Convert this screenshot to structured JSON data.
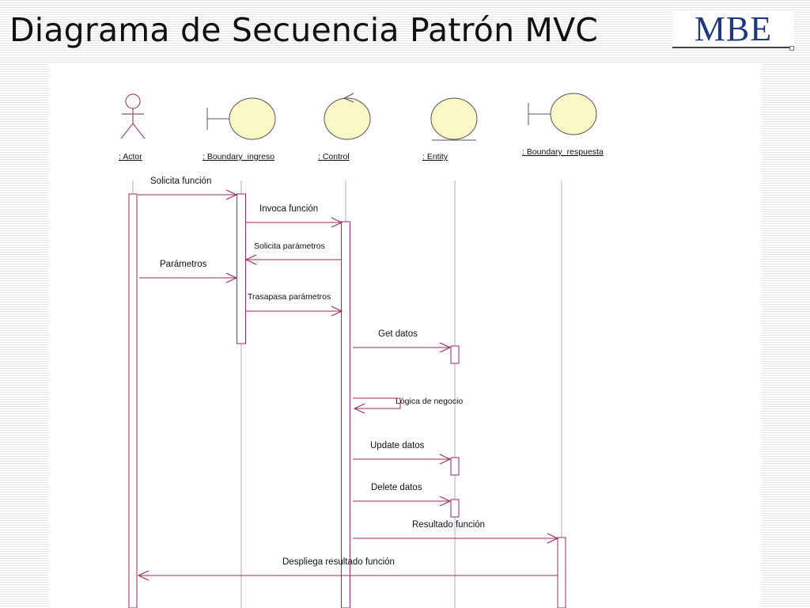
{
  "slide": {
    "title": "Diagrama de Secuencia Patrón MVC",
    "logo_text": "MBE"
  },
  "colors": {
    "line": "#9c2a5e",
    "object_fill": "#fbf7c6",
    "object_stroke": "#555555"
  },
  "participants": [
    {
      "id": "actor",
      "label": ": Actor",
      "kind": "actor"
    },
    {
      "id": "boundary_in",
      "label": ": Boundary_ingreso",
      "kind": "boundary"
    },
    {
      "id": "control",
      "label": ": Control",
      "kind": "control"
    },
    {
      "id": "entity",
      "label": ": Entity",
      "kind": "entity"
    },
    {
      "id": "boundary_out",
      "label": ": Boundary_respuesta",
      "kind": "boundary"
    }
  ],
  "messages": [
    {
      "from": "actor",
      "to": "boundary_in",
      "label": "Solicita función"
    },
    {
      "from": "boundary_in",
      "to": "control",
      "label": "Invoca función"
    },
    {
      "from": "control",
      "to": "boundary_in",
      "label": "Solicita parámetros"
    },
    {
      "from": "actor",
      "to": "boundary_in",
      "label": "Parámetros"
    },
    {
      "from": "boundary_in",
      "to": "control",
      "label": "Trasapasa parámetros"
    },
    {
      "from": "control",
      "to": "entity",
      "label": "Get datos"
    },
    {
      "from": "control",
      "to": "control",
      "label": "Lógica de negocio"
    },
    {
      "from": "control",
      "to": "entity",
      "label": "Update datos"
    },
    {
      "from": "control",
      "to": "entity",
      "label": "Delete datos"
    },
    {
      "from": "control",
      "to": "boundary_out",
      "label": "Resultado función"
    },
    {
      "from": "boundary_out",
      "to": "actor",
      "label": "Despliega resultado función"
    }
  ]
}
